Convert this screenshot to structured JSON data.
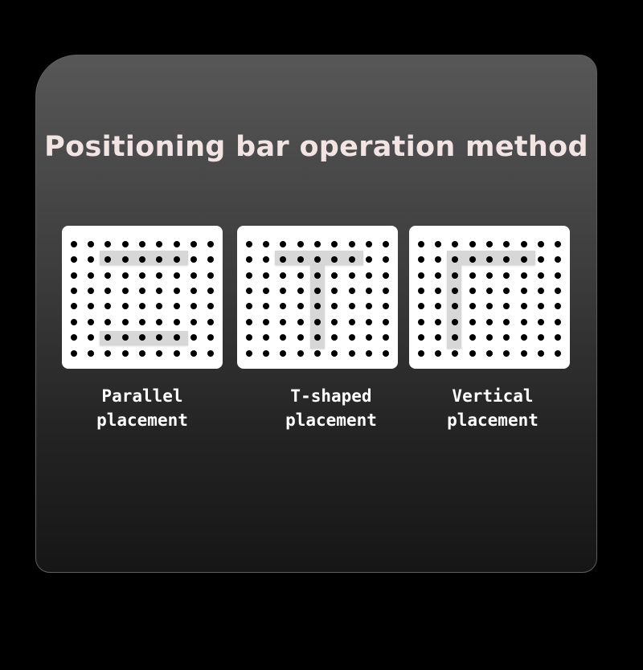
{
  "title": "Positioning bar operation method",
  "methods": [
    {
      "line1": "Parallel",
      "line2": "placement"
    },
    {
      "line1": "T-shaped",
      "line2": "placement"
    },
    {
      "line1": "Vertical",
      "line2": "placement"
    }
  ]
}
